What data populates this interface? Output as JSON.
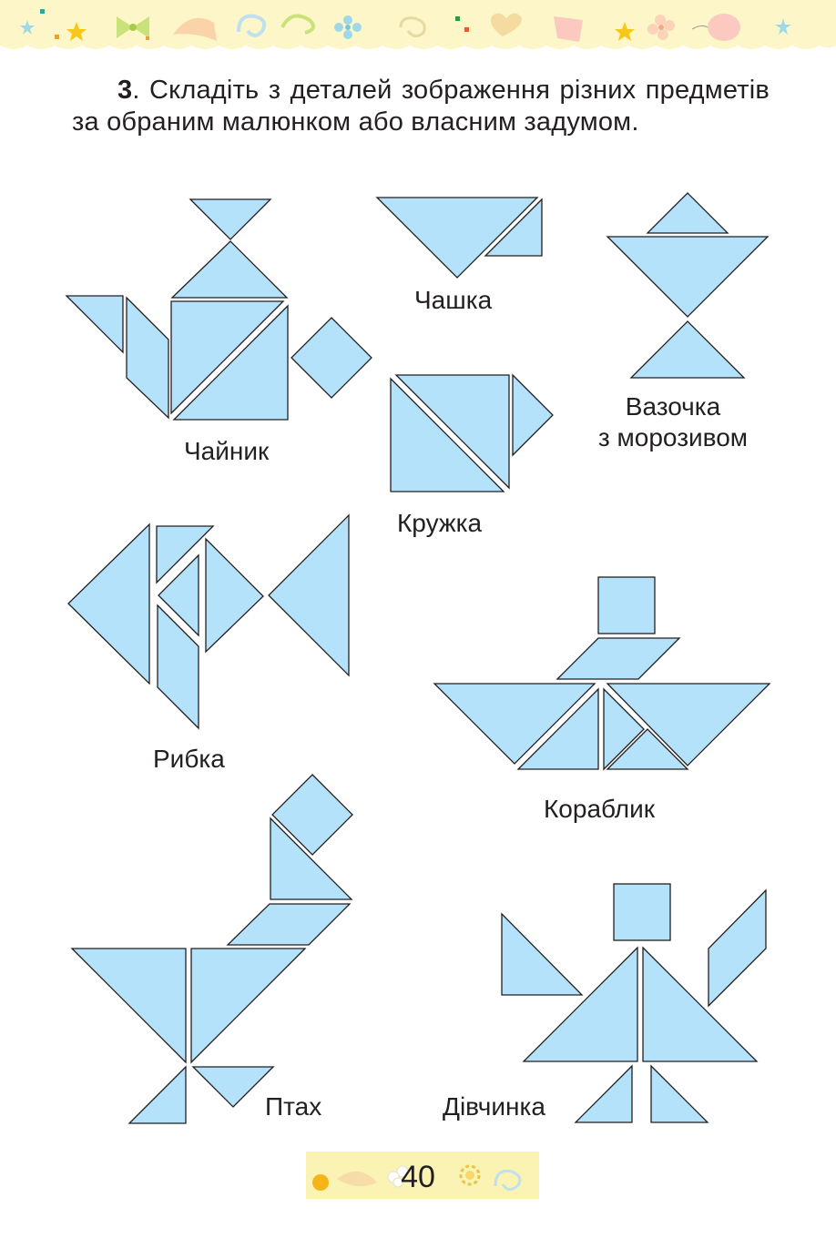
{
  "task": {
    "number": "3",
    "text": ". Складіть з деталей зображення різних предметів за обраним малюнком або власним задумом."
  },
  "labels": {
    "teapot": "Чайник",
    "cup": "Чашка",
    "vase_line1": "Вазочка",
    "vase_line2": "з морозивом",
    "mug": "Кружка",
    "fish": "Рибка",
    "boat": "Кораблик",
    "bird": "Птах",
    "girl": "Дівчинка"
  },
  "page_number": "40",
  "colors": {
    "piece_fill": "#b3e2fa",
    "piece_stroke": "#231f20",
    "banner_bg": "#fdf6c8",
    "footer_bg": "#fbf3b4"
  }
}
